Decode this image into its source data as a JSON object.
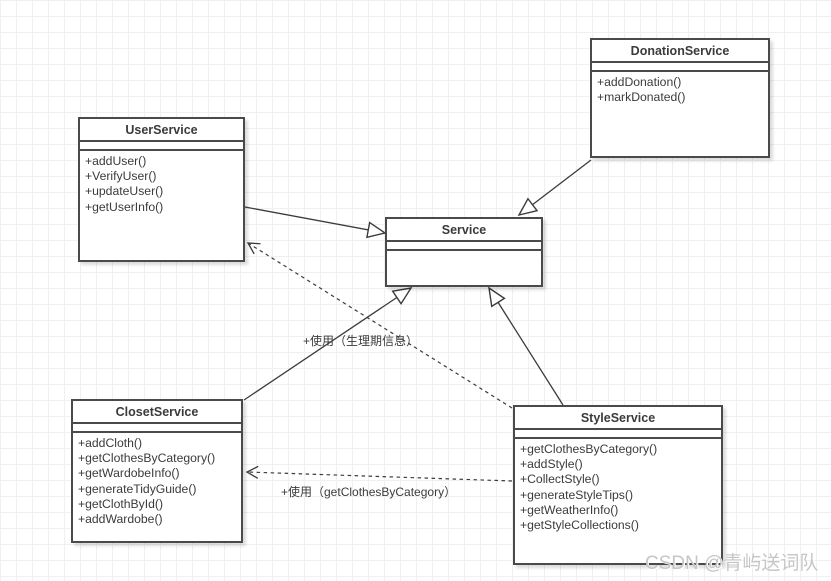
{
  "diagram": {
    "classes": {
      "user": {
        "title": "UserService",
        "methods": [
          "+addUser()",
          "+VerifyUser()",
          "+updateUser()",
          "+getUserInfo()"
        ]
      },
      "donation": {
        "title": "DonationService",
        "methods": [
          "+addDonation()",
          "+markDonated()"
        ]
      },
      "service": {
        "title": "Service",
        "methods": []
      },
      "closet": {
        "title": "ClosetService",
        "methods": [
          "+addCloth()",
          "+getClothesByCategory()",
          "+getWardobeInfo()",
          "+generateTidyGuide()",
          "+getClothById()",
          "+addWardobe()"
        ]
      },
      "style": {
        "title": "StyleService",
        "methods": [
          "+getClothesByCategory()",
          "+addStyle()",
          "+CollectStyle()",
          "+generateStyleTips()",
          "+getWeatherInfo()",
          "+getStyleCollections()"
        ]
      }
    },
    "relationships": {
      "generalizations": [
        "UserService-to-Service",
        "DonationService-to-Service",
        "ClosetService-to-Service",
        "StyleService-to-Service"
      ],
      "dependencies": [
        "StyleService-to-UserService",
        "StyleService-to-ClosetService"
      ]
    },
    "edge_labels": {
      "physio": "+使用（生理期信息）",
      "get_clothes": "+使用（getClothesByCategory）"
    },
    "watermark": "CSDN @青屿送词队",
    "colors": {
      "line": "#3b3b3b",
      "box_border": "#4a4a4a",
      "grid": "#f0f0f0",
      "background": "#ffffff",
      "text": "#3b3b3b",
      "watermark": "#c6c6c6"
    }
  }
}
